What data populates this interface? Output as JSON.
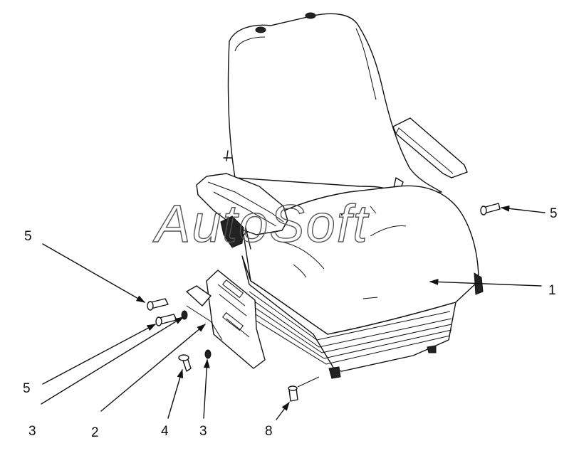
{
  "watermark": "AutoSoft",
  "callouts": [
    {
      "id": "c5-right",
      "label": "5"
    },
    {
      "id": "c1",
      "label": "1"
    },
    {
      "id": "c5-top-left",
      "label": "5"
    },
    {
      "id": "c5-bottom-left",
      "label": "5"
    },
    {
      "id": "c3-left",
      "label": "3"
    },
    {
      "id": "c2",
      "label": "2"
    },
    {
      "id": "c4",
      "label": "4"
    },
    {
      "id": "c3-bottom",
      "label": "3"
    },
    {
      "id": "c8",
      "label": "8"
    }
  ]
}
